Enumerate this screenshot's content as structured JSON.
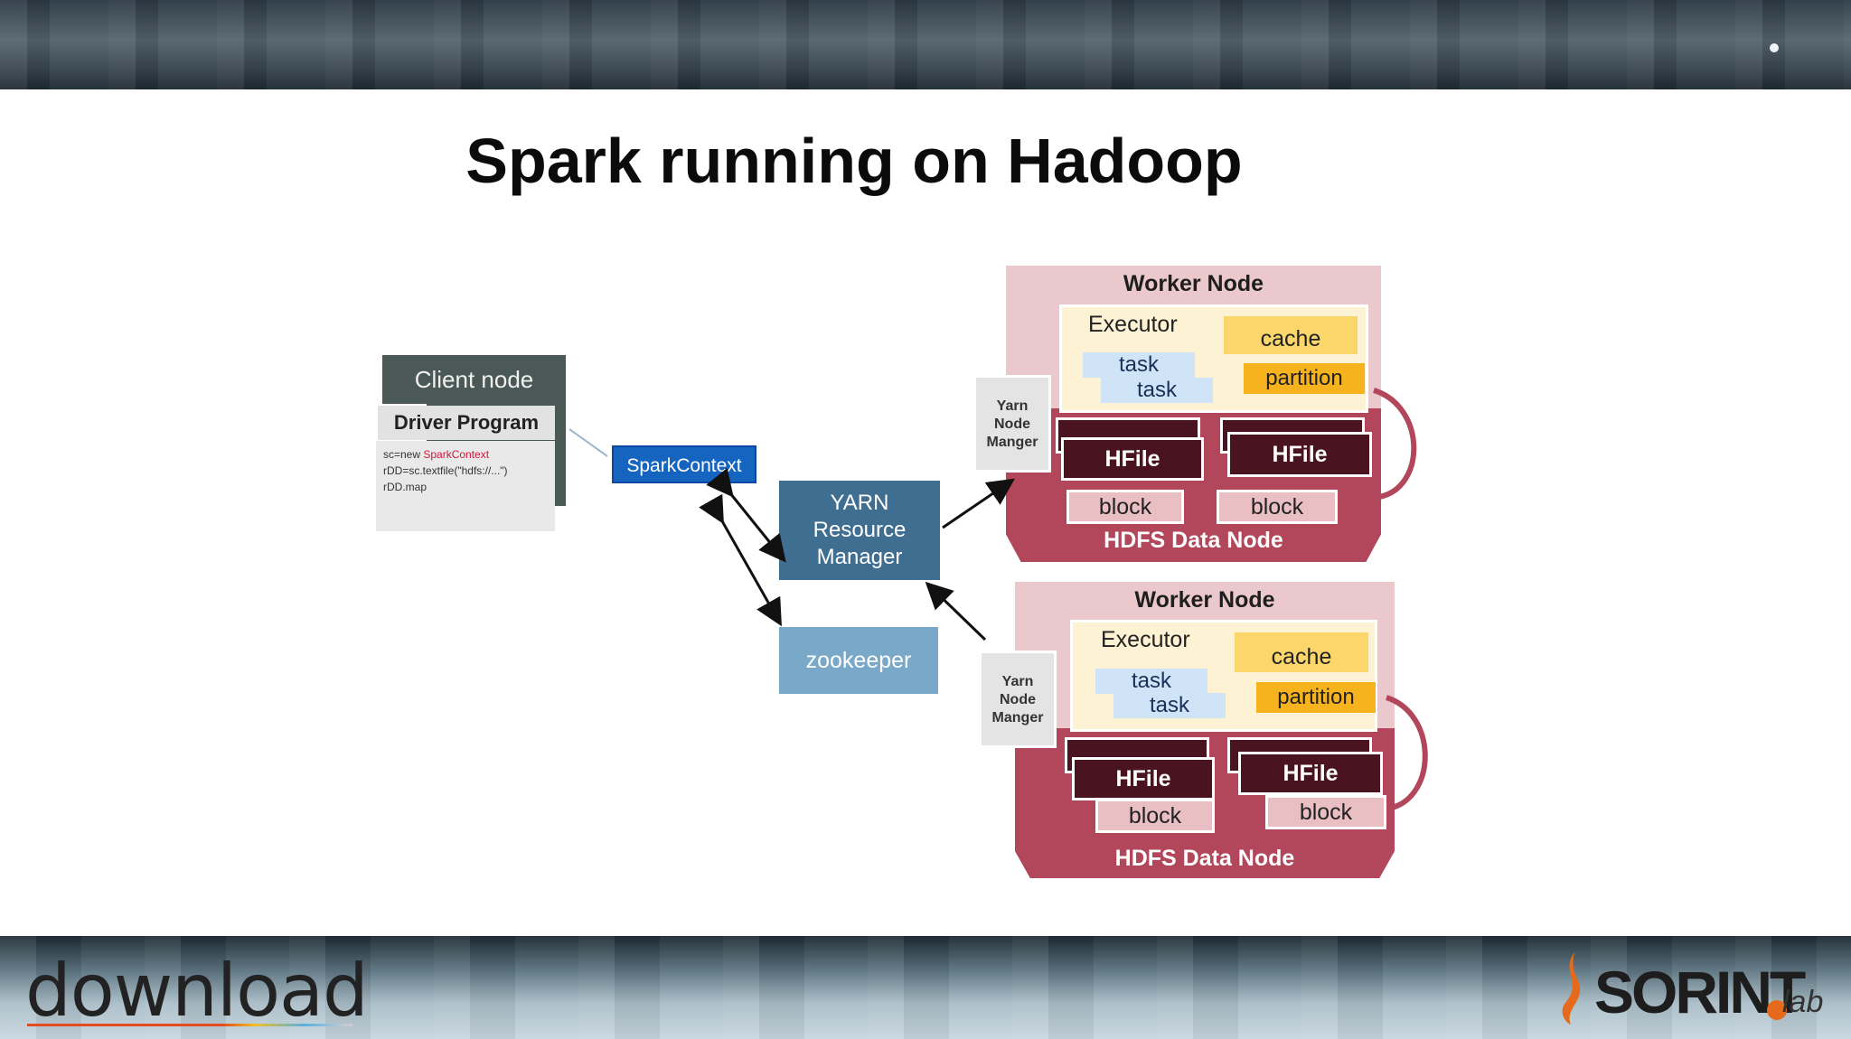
{
  "slide": {
    "title": "Spark running on Hadoop"
  },
  "client": {
    "header": "Client node",
    "driver": "Driver Program",
    "code_line1_prefix": "sc=new ",
    "code_line1_highlight": "SparkContext",
    "code_line2": "rDD=sc.textfile(\"hdfs://...\")",
    "code_line3": "rDD.map"
  },
  "spark_context": "SparkContext",
  "yarn": {
    "line1": "YARN",
    "line2": "Resource",
    "line3": "Manager"
  },
  "zookeeper": "zookeeper",
  "workers": [
    {
      "title": "Worker Node",
      "executor": "Executor",
      "task1": "task",
      "task2": "task",
      "cache": "cache",
      "partition": "partition",
      "hfile1": "HFile",
      "hfile2": "HFile",
      "block1": "block",
      "block2": "block",
      "hdfs": "HDFS Data Node",
      "nm1": "Yarn",
      "nm2": "Node",
      "nm3": "Manger"
    },
    {
      "title": "Worker Node",
      "executor": "Executor",
      "task1": "task",
      "task2": "task",
      "cache": "cache",
      "partition": "partition",
      "hfile1": "HFile",
      "hfile2": "HFile",
      "block1": "block",
      "block2": "block",
      "hdfs": "HDFS Data Node",
      "nm1": "Yarn",
      "nm2": "Node",
      "nm3": "Manger"
    }
  ],
  "branding": {
    "left_logo": "download",
    "right_logo": "SORINT",
    "right_logo_suffix": "lab"
  },
  "colors": {
    "client_header": "#4a5856",
    "spark_context": "#1565c0",
    "yarn": "#3f6e91",
    "zookeeper": "#79a8c8",
    "worker_bg": "#eac8cc",
    "hdfs": "#b2465a",
    "hfile": "#4a1320",
    "cache": "#fbd76b",
    "partition": "#f6b31d"
  }
}
